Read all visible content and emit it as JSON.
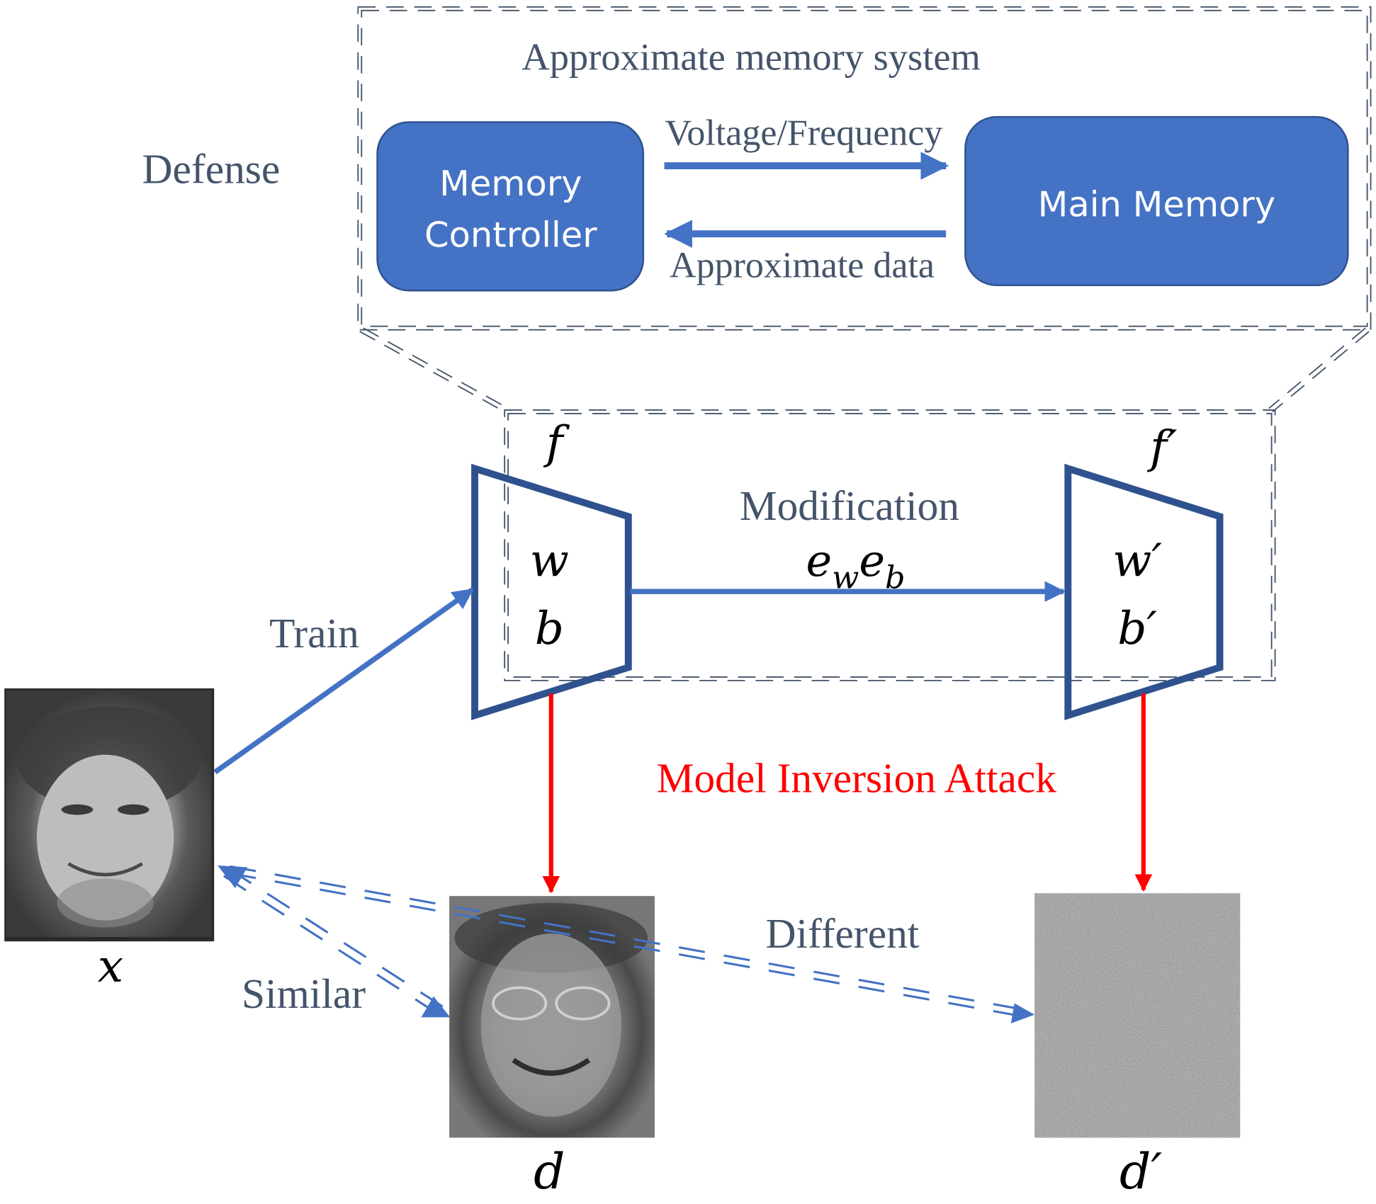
{
  "diagram": {
    "defense_label": "Defense",
    "memory_system": {
      "title": "Approximate memory system",
      "controller_label_line1": "Memory",
      "controller_label_line2": "Controller",
      "main_memory_label": "Main Memory",
      "forward_arrow_label": "Voltage/Frequency",
      "backward_arrow_label": "Approximate data"
    },
    "model_original": {
      "name": "f",
      "weight": "w",
      "bias": "b"
    },
    "model_modified": {
      "name": "f′",
      "weight": "w′",
      "bias": "b′"
    },
    "modification": {
      "label": "Modification",
      "error_w_base": "e",
      "error_w_sub": "w",
      "error_b_base": "e",
      "error_b_sub": "b"
    },
    "train_label": "Train",
    "attack_label": "Model Inversion Attack",
    "similar_label": "Similar",
    "different_label": "Different",
    "images": {
      "input_label": "x",
      "reconstruction_label": "d",
      "modified_reconstruction_label": "d′"
    },
    "colors": {
      "box_fill": "#4472C4",
      "arrow_blue": "#4472C4",
      "trapezoid_stroke": "#2F528F",
      "dashed_outline": "#44546A",
      "text_slate": "#44546A",
      "attack_red": "#FF0000",
      "box_text": "#FFFFFF"
    }
  }
}
